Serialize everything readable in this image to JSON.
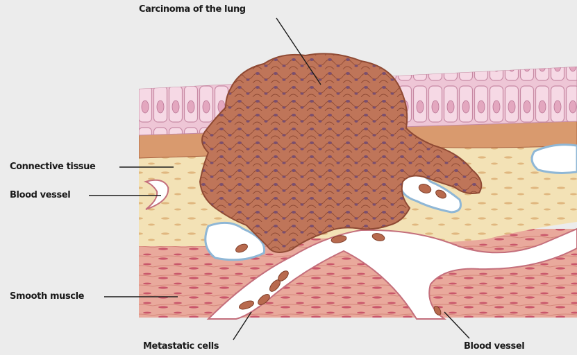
{
  "labels": {
    "title": "Carcinoma of the lung",
    "connective_tissue": "Connective tissue",
    "blood_vessel_left": "Blood vessel",
    "smooth_muscle": "Smooth muscle",
    "metastatic_cells": "Metastatic cells",
    "blood_vessel_bottom": "Blood vessel"
  },
  "colors": {
    "background": "#ececec",
    "epithelium": "#e9bfd0",
    "connective_tissue": "#f1dfb2",
    "tumor": "#b96e54",
    "smooth_muscle": "#e8a79a",
    "vessel_lumen": "#ffffff",
    "vessel_lining": "#9fc3dc"
  }
}
